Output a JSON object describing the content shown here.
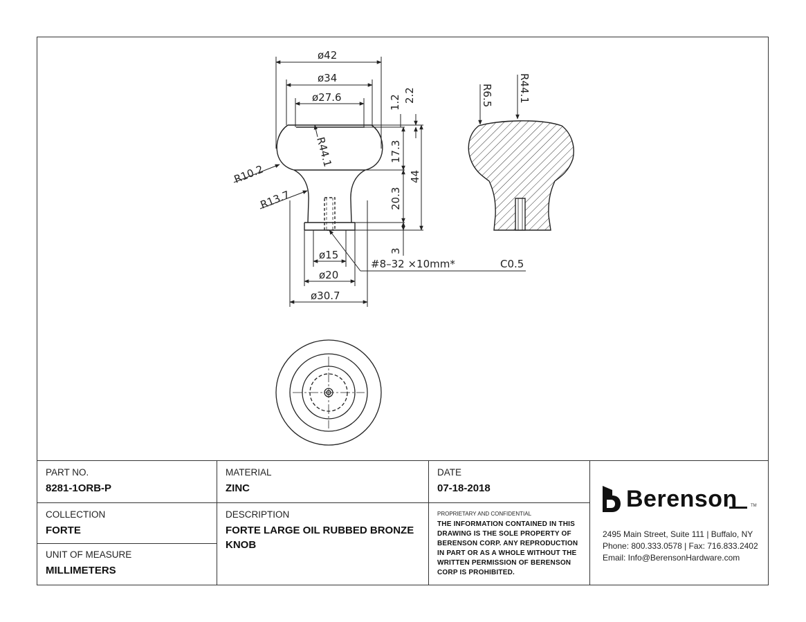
{
  "drawing": {
    "dims": {
      "d42": "ø42",
      "d34": "ø34",
      "d27_6": "ø27.6",
      "d15": "ø15",
      "d20": "ø20",
      "d30_7": "ø30.7",
      "v1_2": "1.2",
      "v2_2": "2.2",
      "v17_3": "17.3",
      "v44": "44",
      "v20_3": "20.3",
      "v3": "3",
      "r44_1": "R44.1",
      "r10_2": "R10.2",
      "r13_7": "R13.7",
      "r6_5": "R6.5",
      "r44_1_sec": "R44.1",
      "thread": "#8–32 ×10mm*",
      "chamfer": "C0.5"
    }
  },
  "title_block": {
    "part_no_label": "PART NO.",
    "part_no_value": "8281-1ORB-P",
    "collection_label": "COLLECTION",
    "collection_value": "FORTE",
    "uom_label": "UNIT OF MEASURE",
    "uom_value": "MILLIMETERS",
    "material_label": "MATERIAL",
    "material_value": "ZINC",
    "description_label": "DESCRIPTION",
    "description_value": "FORTE LARGE OIL RUBBED BRONZE KNOB",
    "date_label": "DATE",
    "date_value": "07-18-2018",
    "proprietary_label": "PROPRIETARY AND CONFIDENTIAL",
    "proprietary_text": "THE INFORMATION CONTAINED IN THIS DRAWING IS THE SOLE PROPERTY OF BERENSON CORP. ANY REPRODUCTION IN PART OR AS A WHOLE WITHOUT THE WRITTEN PERMISSION OF BERENSON CORP IS PROHIBITED."
  },
  "company": {
    "logo_icon": "berenson-logo-icon",
    "name": "Berenson",
    "tm": "TM",
    "address": "2495 Main Street, Suite 111 | Buffalo, NY",
    "phone": "Phone: 800.333.0578 | Fax: 716.833.2402",
    "email": "Email: Info@BerensonHardware.com"
  }
}
